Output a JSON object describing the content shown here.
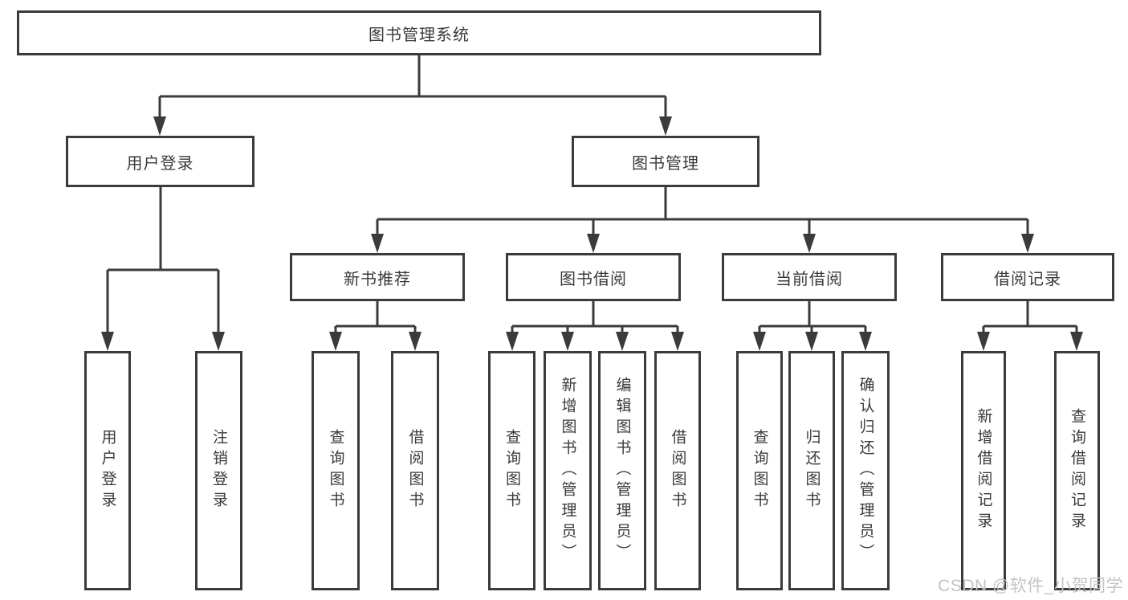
{
  "diagram": {
    "root": {
      "label": "图书管理系统"
    },
    "level2": [
      {
        "label": "用户登录"
      },
      {
        "label": "图书管理"
      }
    ],
    "level3": [
      {
        "label": "新书推荐"
      },
      {
        "label": "图书借阅"
      },
      {
        "label": "当前借阅"
      },
      {
        "label": "借阅记录"
      }
    ],
    "leaves": {
      "user_login": [
        {
          "label": "用户登录"
        },
        {
          "label": "注销登录"
        }
      ],
      "new_book": [
        {
          "label": "查询图书"
        },
        {
          "label": "借阅图书"
        }
      ],
      "book_borrow": [
        {
          "label": "查询图书"
        },
        {
          "label": "新增图书（管理员）"
        },
        {
          "label": "编辑图书（管理员）"
        },
        {
          "label": "借阅图书"
        }
      ],
      "current_borrow": [
        {
          "label": "查询图书"
        },
        {
          "label": "归还图书"
        },
        {
          "label": "确认归还（管理员）"
        }
      ],
      "borrow_record": [
        {
          "label": "新增借阅记录"
        },
        {
          "label": "查询借阅记录"
        }
      ]
    },
    "colors": {
      "line": "#3b3b3b",
      "text": "#3a3a3a",
      "box_bg": "#ffffff"
    }
  },
  "watermark": {
    "text": "CSDN @软件_小贺同学",
    "color": "#c4c4c4"
  }
}
